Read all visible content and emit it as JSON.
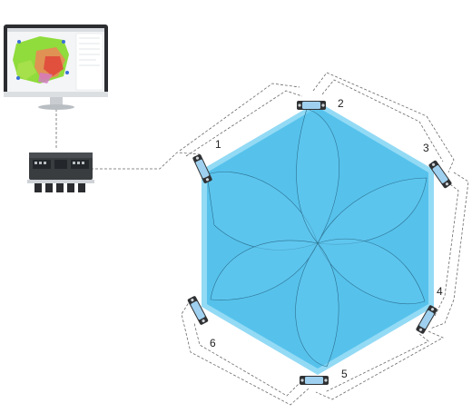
{
  "sensors": [
    {
      "number": "1"
    },
    {
      "number": "2"
    },
    {
      "number": "3"
    },
    {
      "number": "4"
    },
    {
      "number": "5"
    },
    {
      "number": "6"
    }
  ],
  "colors": {
    "coverage": "#5ec6f0",
    "coverage_dark": "#41b4e6",
    "cable": "#555555",
    "sensor_body": "#2f3133",
    "sensor_lens": "#9fd0ef",
    "heatmap_green": "#8fdc3c",
    "heatmap_red": "#e0443a"
  },
  "icons": {
    "monitor": "monitor-icon",
    "controller": "controller-module-icon",
    "sensor": "radar-sensor-icon"
  }
}
